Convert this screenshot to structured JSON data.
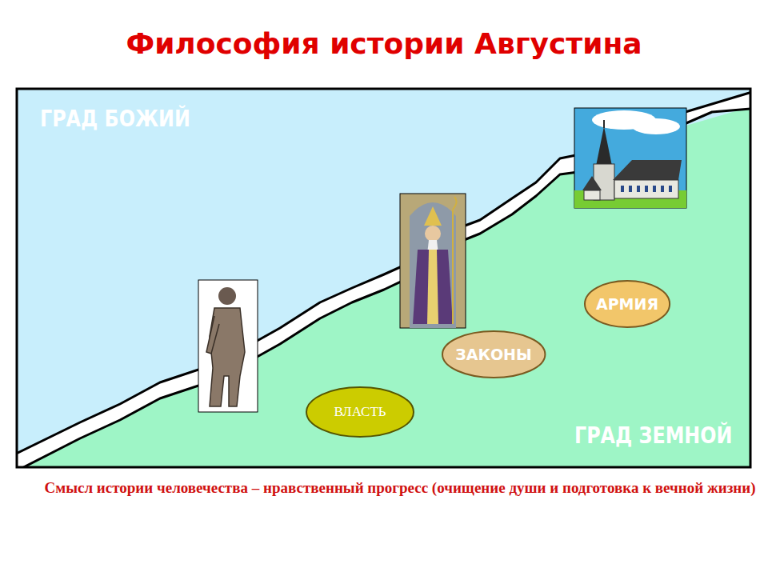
{
  "diagram": {
    "title": "Философия истории Августина",
    "caption": "Смысл истории человечества – нравственный прогресс  (очищение души и подготовка к вечной жизни)",
    "nodes": [
      {
        "text": [
          "ВЛАСТЬ"
        ]
      },
      {
        "text": [
          "ЗАКОНЫ"
        ]
      },
      {
        "text": [
          "АРМИЯ"
        ]
      }
    ],
    "labels": [
      "ГРАД БОЖИЙ",
      "ГРАД ЗЕМНОЙ"
    ]
  }
}
